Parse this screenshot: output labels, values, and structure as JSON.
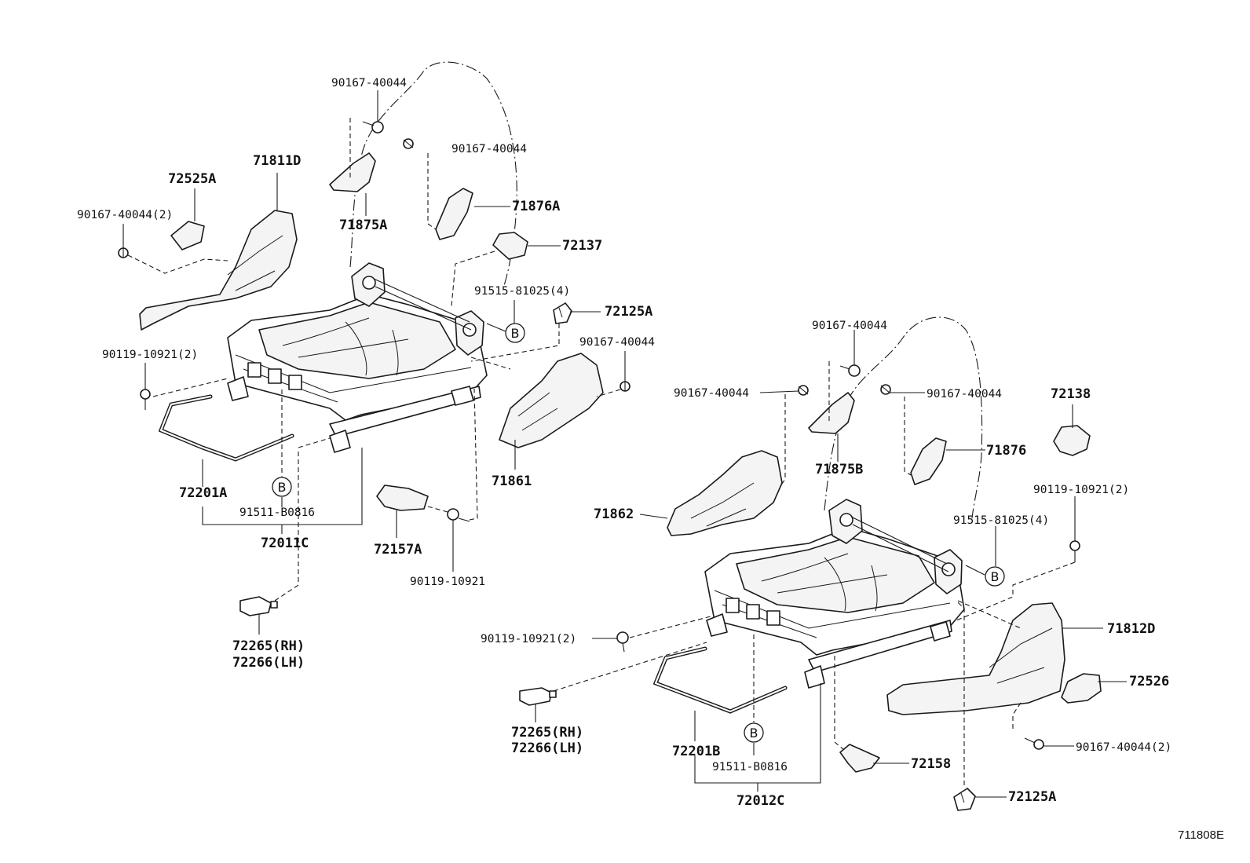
{
  "diagram_id": "711808E",
  "reference_marker": "B",
  "left_assembly": {
    "labels": {
      "bolt_top": "90167-40044",
      "bolt_top_right": "90167-40044",
      "bracket_left": "71875A",
      "bracket_right": "71876A",
      "cover_inner": "71811D",
      "cap_inner": "72525A",
      "bolt_cover": "90167-40044(2)",
      "cover_small": "72137",
      "bolt_set": "91515-81025(4)",
      "clip": "72125A",
      "bolt_side": "90167-40044",
      "bolt_frame": "90119-10921(2)",
      "outer_shield": "71861",
      "spring": "72201A",
      "ref_part": "91511-B0816",
      "frame_assy": "72011C",
      "release_handle": "72157A",
      "bolt_handle": "90119-10921",
      "switch_rh": "72265(RH)",
      "switch_lh": "72266(LH)"
    }
  },
  "right_assembly": {
    "labels": {
      "bolt_top": "90167-40044",
      "bolt_left": "90167-40044",
      "bolt_right": "90167-40044",
      "cover_small": "72138",
      "bracket_right": "71876",
      "bracket_left": "71875B",
      "bolt_frame": "90119-10921(2)",
      "inner_shield": "71862",
      "bolt_set": "91515-81025(4)",
      "bolt_front": "90119-10921(2)",
      "outer_cover": "71812D",
      "cap": "72526",
      "bolt_cover": "90167-40044(2)",
      "switch_rh": "72265(RH)",
      "switch_lh": "72266(LH)",
      "spring": "72201B",
      "ref_part": "91511-B0816",
      "frame_assy": "72012C",
      "lever": "72158",
      "clip": "72125A"
    }
  }
}
